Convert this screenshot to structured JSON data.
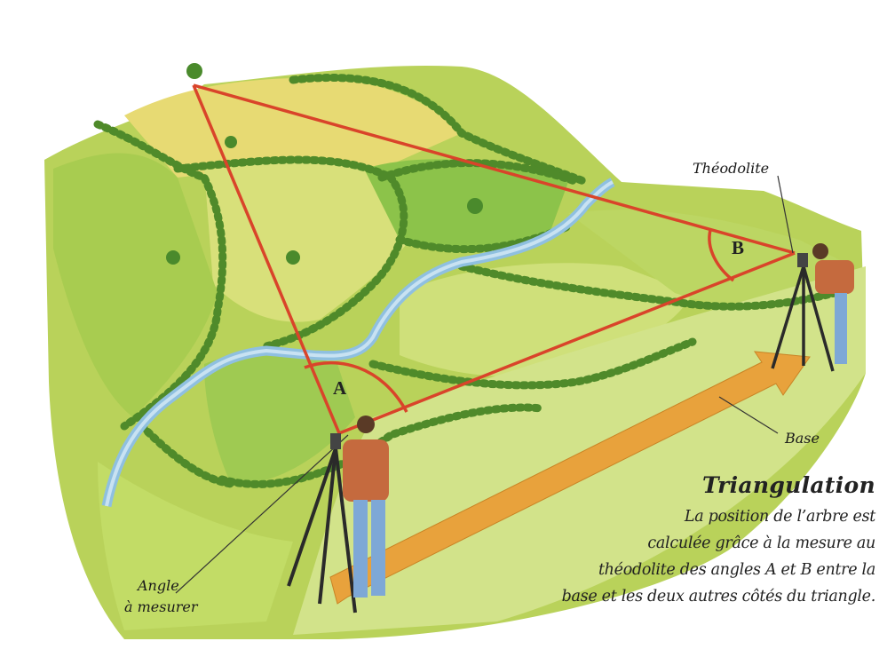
{
  "labels": {
    "theodolite": "Théodolite",
    "base": "Base",
    "angle_line1": "Angle",
    "angle_line2": "à mesurer",
    "point_a": "A",
    "point_b": "B"
  },
  "caption": {
    "title": "Triangulation",
    "lines": [
      "La position de l’arbre est",
      "calculée grâce à la mesure au",
      "théodolite des angles A et B entre la",
      "base et les deux autres côtés du triangle."
    ]
  },
  "colors": {
    "triangle": "#d9442a",
    "base_arrow": "#e8a23c",
    "river": "#7fb6d8",
    "field_light": "#c9de6c",
    "field_yellow": "#e6dc78",
    "hedge": "#4f8a2a"
  }
}
